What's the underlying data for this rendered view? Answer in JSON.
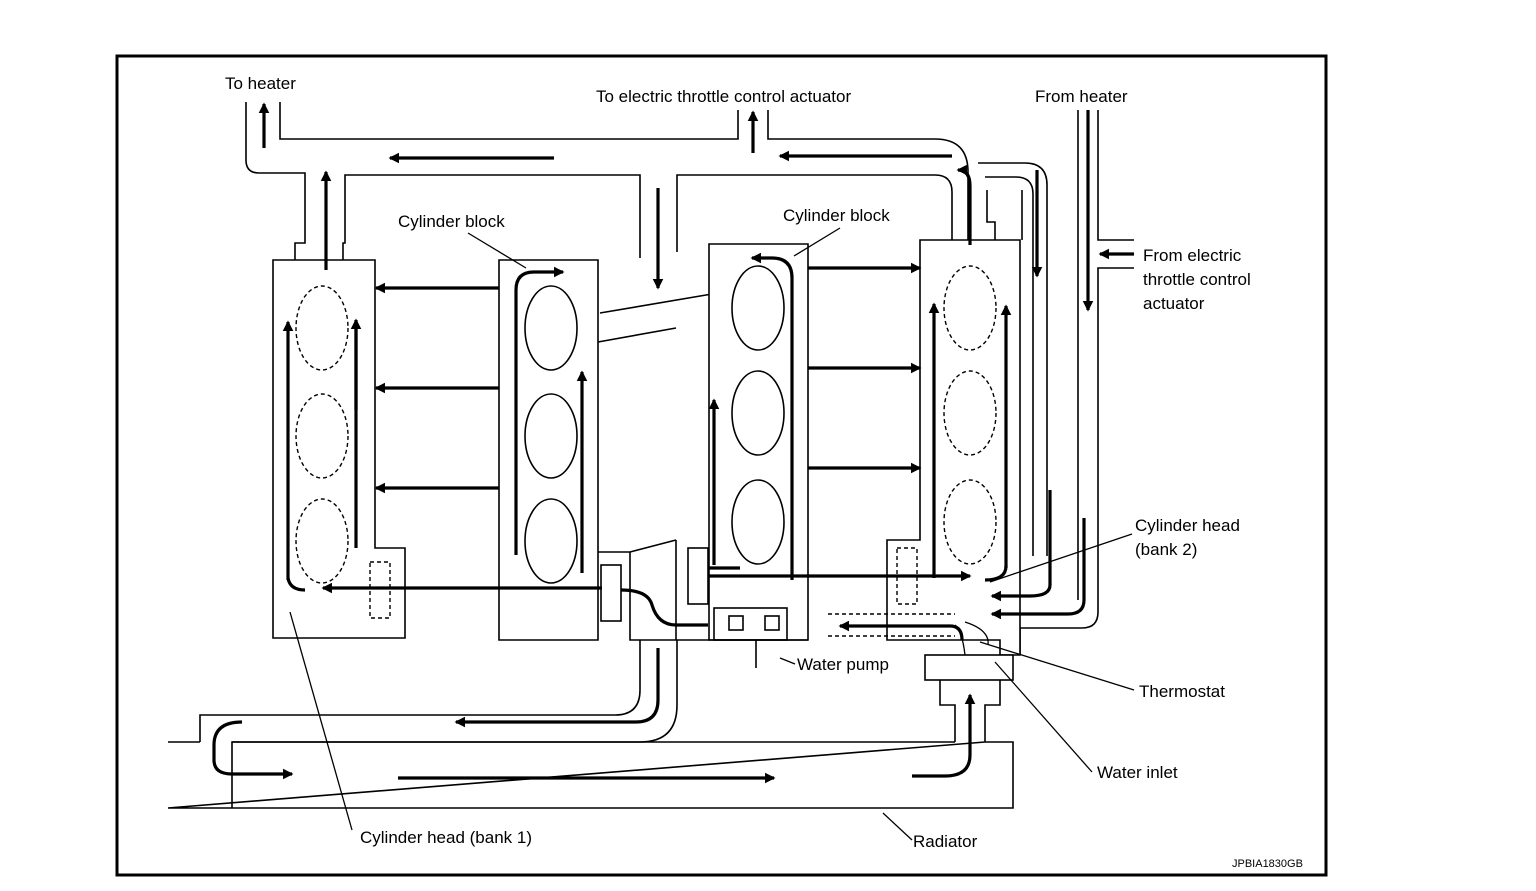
{
  "diagram": {
    "labels": {
      "to_heater": "To heater",
      "to_throttle": "To electric throttle control actuator",
      "from_heater": "From heater",
      "from_throttle_1": "From electric",
      "from_throttle_2": "throttle control",
      "from_throttle_3": "actuator",
      "cylinder_block_left": "Cylinder block",
      "cylinder_block_right": "Cylinder block",
      "cylinder_head_bank2_1": "Cylinder head",
      "cylinder_head_bank2_2": "(bank 2)",
      "water_pump": "Water pump",
      "thermostat": "Thermostat",
      "water_inlet": "Water inlet",
      "cylinder_head_bank1": "Cylinder head (bank 1)",
      "radiator": "Radiator",
      "figure_code": "JPBIA1830GB"
    }
  }
}
